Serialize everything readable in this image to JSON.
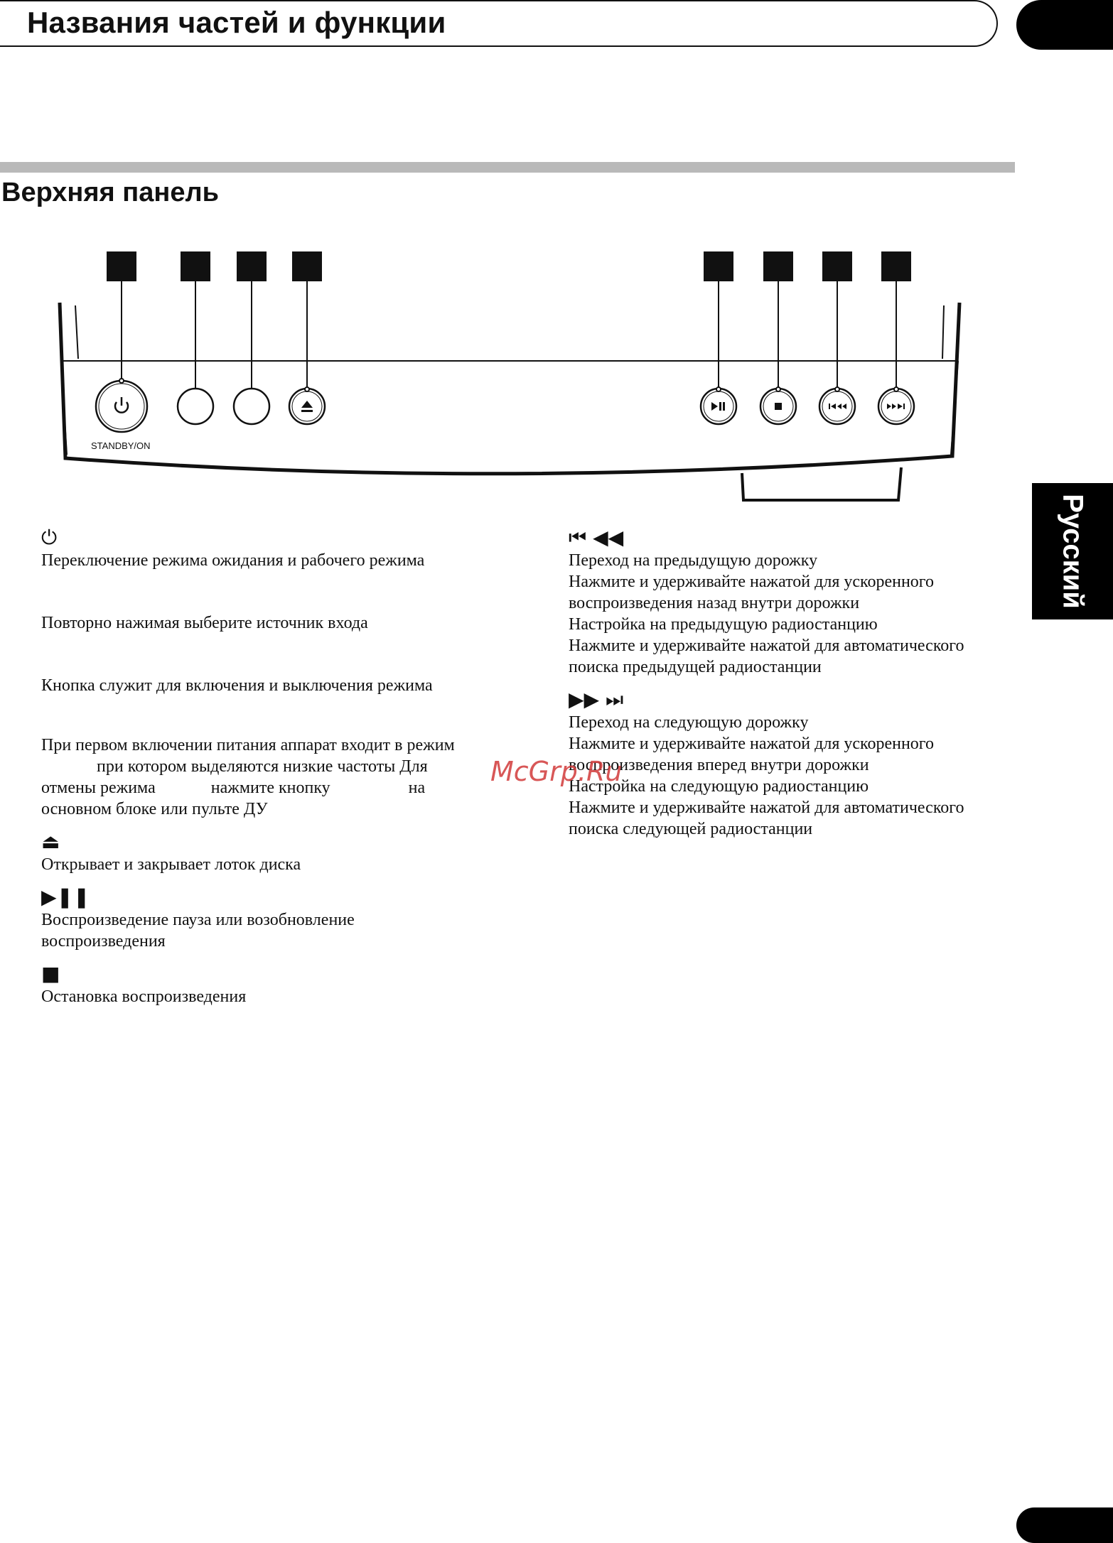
{
  "header": {
    "title": "Названия частей и функции"
  },
  "section": {
    "title": "Верхняя панель"
  },
  "side_tab": {
    "label": "Русский"
  },
  "panel": {
    "standby_label": "STANDBY/ON"
  },
  "left": {
    "power_symbol": "⏻",
    "power_text": "Переключение режима ожидания и рабочего режима",
    "input_text": "Повторно нажимая  выберите источник входа",
    "mode_text": "Кнопка служит для включения и выключения режима",
    "mode_para": [
      "При первом включении питания аппарат входит в режим",
      "при котором выделяются низкие частоты  Для",
      "отмены режима",
      "нажмите кнопку",
      "на",
      "основном блоке или пульте ДУ"
    ],
    "eject_symbol": "⏏",
    "eject_text": "Открывает и закрывает лоток диска",
    "play_symbol": "▶❚❚",
    "play_text": [
      "Воспроизведение  пауза или возобновление",
      "воспроизведения"
    ],
    "stop_symbol": "■",
    "stop_text": "Остановка воспроизведения"
  },
  "right": {
    "prev_symbol": "⏮ ◀◀",
    "prev_lines": [
      "Переход на предыдущую дорожку",
      "Нажмите и удерживайте нажатой для ускоренного",
      "воспроизведения назад внутри дорожки",
      "Настройка на предыдущую радиостанцию",
      "Нажмите и удерживайте нажатой для автоматического",
      "поиска предыдущей радиостанции"
    ],
    "next_symbol": "▶▶ ⏭",
    "next_lines": [
      "Переход на следующую дорожку",
      "Нажмите и удерживайте нажатой для ускоренного",
      "воспроизведения вперед внутри дорожки",
      "Настройка на следующую радиостанцию",
      "Нажмите и удерживайте нажатой для автоматического",
      "поиска следующей радиостанции"
    ]
  },
  "watermark": {
    "text": "McGrp.Ru"
  }
}
